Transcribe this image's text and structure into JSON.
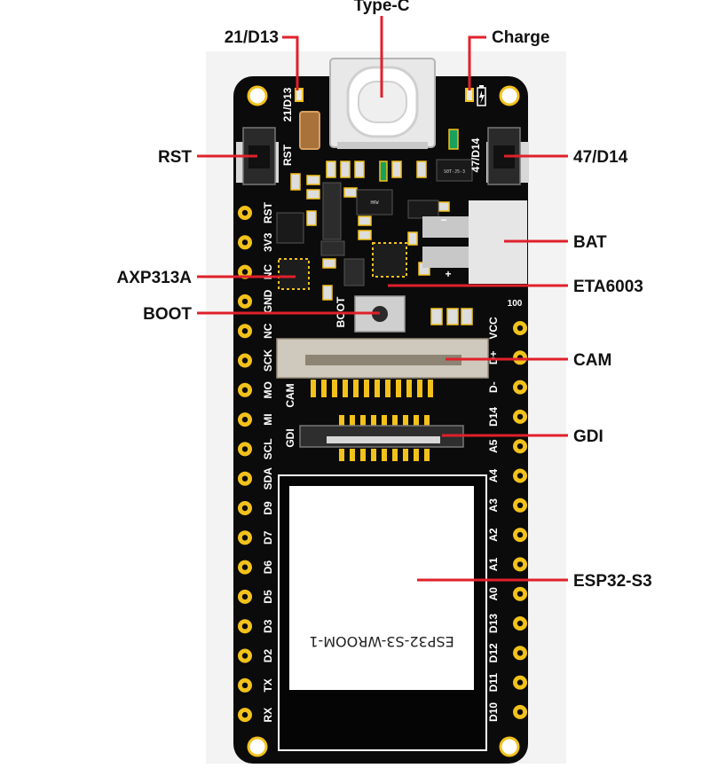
{
  "callouts": {
    "typec": "Type-C",
    "d13": "21/D13",
    "charge": "Charge",
    "rst": "RST",
    "d14": "47/D14",
    "bat": "BAT",
    "axp": "AXP313A",
    "eta": "ETA6003",
    "boot": "BOOT",
    "cam": "CAM",
    "gdi": "GDI",
    "esp": "ESP32-S3"
  },
  "silkscreen": {
    "top_d13": "21/D13",
    "rst_btn": "RST",
    "d14_btn": "47/D14",
    "boot_btn": "BOOT",
    "cam_conn": "CAM",
    "gdi_conn": "GDI",
    "count": "100",
    "module": "ESP32-S3-WROOM-1",
    "left_pins": [
      "RST",
      "3V3",
      "NC",
      "GND",
      "NC",
      "SCK",
      "MO",
      "MI",
      "SCL",
      "SDA",
      "D9",
      "D7",
      "D6",
      "D5",
      "D3",
      "D2",
      "TX",
      "RX"
    ],
    "right_pins": [
      "VCC",
      "D+",
      "D-",
      "D14",
      "A5",
      "A4",
      "A3",
      "A2",
      "A1",
      "A0",
      "D13",
      "D12",
      "D11",
      "D10"
    ]
  },
  "colors": {
    "pcb": "#0b0b0b",
    "pad": "#f2c21b",
    "callout_line": "#e0202a",
    "silk": "#ffffff"
  },
  "icons": {
    "battery": "battery-bolt-icon"
  }
}
